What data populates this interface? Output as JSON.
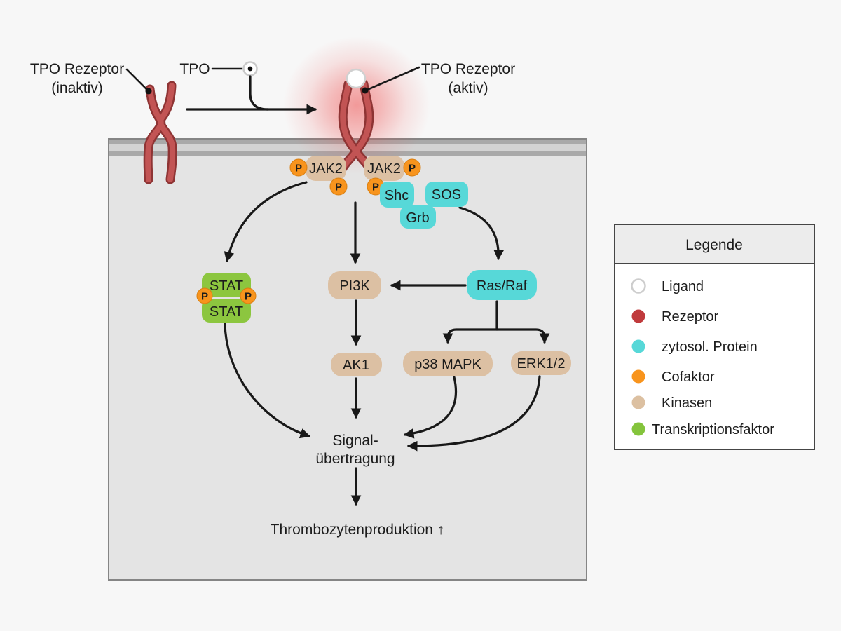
{
  "labels": {
    "receptor_inactive_line1": "TPO Rezeptor",
    "receptor_inactive_line2": "(inaktiv)",
    "tpo": "TPO",
    "receptor_active_line1": "TPO Rezeptor",
    "receptor_active_line2": "(aktiv)"
  },
  "nodes": {
    "jak2_left": "JAK2",
    "jak2_right": "JAK2",
    "p_label": "P",
    "shc": "Shc",
    "sos": "SOS",
    "grb": "Grb",
    "stat_top": "STAT",
    "stat_bottom": "STAT",
    "pi3k": "PI3K",
    "rasraf": "Ras/Raf",
    "ak1": "AK1",
    "p38": "p38 MAPK",
    "erk": "ERK1/2"
  },
  "outputs": {
    "signal_line1": "Signal-",
    "signal_line2": "übertragung",
    "production": "Thrombozytenproduktion ↑"
  },
  "legend": {
    "title": "Legende",
    "items": [
      {
        "label": "Ligand",
        "color": "#ffffff"
      },
      {
        "label": "Rezeptor",
        "color": "#c03a3c"
      },
      {
        "label": "zytosol. Protein",
        "color": "#57d8d8"
      },
      {
        "label": "Cofaktor",
        "color": "#f8941d"
      },
      {
        "label": "Kinasen",
        "color": "#dcc0a1"
      },
      {
        "label": "Transkriptionsfaktor",
        "color": "#84c43c"
      }
    ]
  },
  "colors": {
    "kinase": "#dcc0a3",
    "cytosolic": "#57d8d8",
    "cofactor": "#f8941d",
    "transcription": "#8cc63f",
    "receptor_fill": "#c25454",
    "receptor_stroke": "#8e3434",
    "ligand_fill": "#ffffff",
    "ligand_stroke": "#d0d0d0"
  }
}
